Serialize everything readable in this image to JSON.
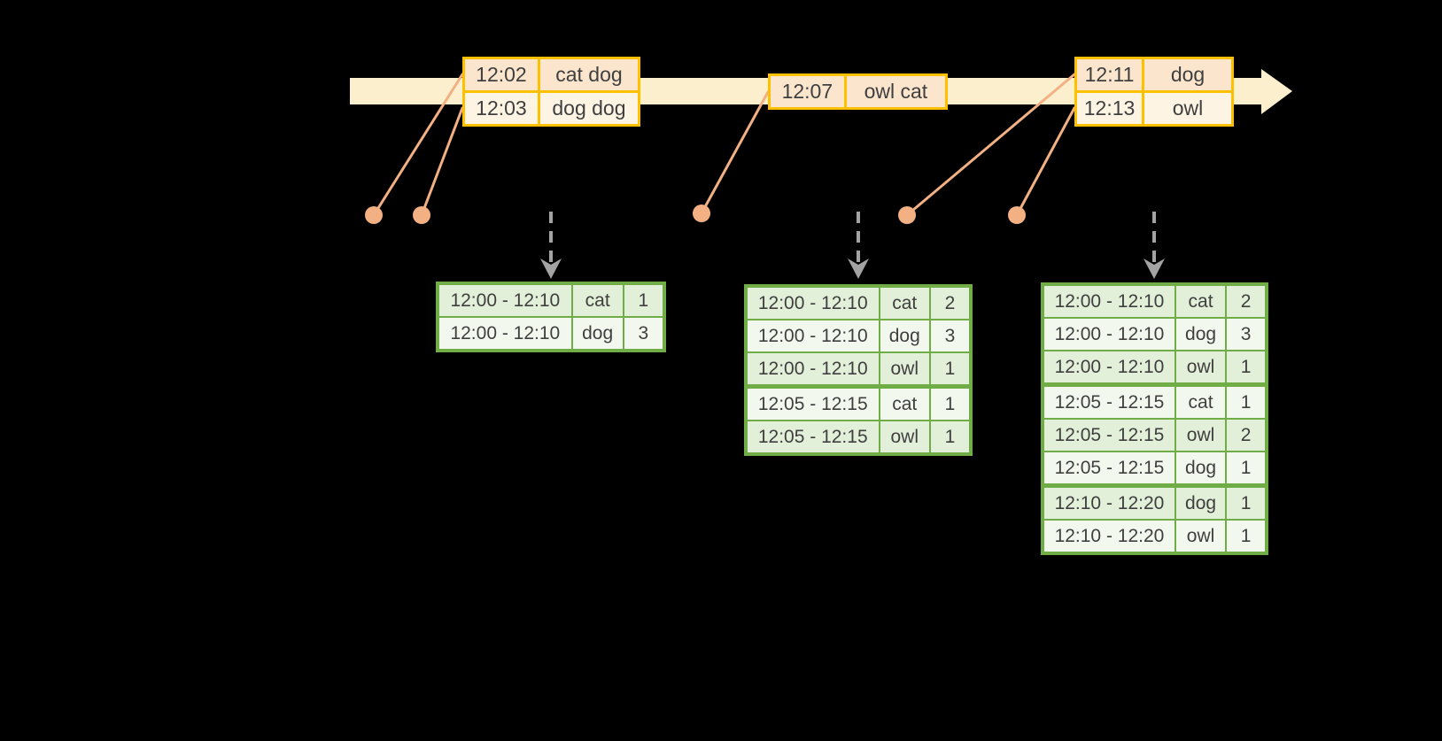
{
  "diagram": {
    "kind": "event-time windowed aggregation timeline",
    "background": "#000000"
  },
  "colors": {
    "timeline_band": "#FCEFCD",
    "event_border": "#FFC000",
    "event_row_peach": "#FBE5CD",
    "event_row_cream": "#FDF4E3",
    "connector_orange": "#F3B183",
    "trigger_arrow_gray": "#A3A3A3",
    "result_border": "#70AD47",
    "result_row_green": "#E2EFD9",
    "result_row_light": "#F3F8EF",
    "text": "#3F3F3F"
  },
  "event_tables": [
    {
      "rows": [
        {
          "time": "12:02",
          "words": "cat dog"
        },
        {
          "time": "12:03",
          "words": "dog dog"
        }
      ]
    },
    {
      "rows": [
        {
          "time": "12:07",
          "words": "owl cat"
        }
      ]
    },
    {
      "rows": [
        {
          "time": "12:11",
          "words": "dog"
        },
        {
          "time": "12:13",
          "words": "owl"
        }
      ]
    }
  ],
  "result_tables": [
    {
      "rows": [
        {
          "window": "12:00 - 12:10",
          "word": "cat",
          "count": "1"
        },
        {
          "window": "12:00 - 12:10",
          "word": "dog",
          "count": "3"
        }
      ]
    },
    {
      "rows": [
        {
          "window": "12:00 - 12:10",
          "word": "cat",
          "count": "2"
        },
        {
          "window": "12:00 - 12:10",
          "word": "dog",
          "count": "3"
        },
        {
          "window": "12:00 - 12:10",
          "word": "owl",
          "count": "1"
        },
        {
          "window": "12:05 - 12:15",
          "word": "cat",
          "count": "1"
        },
        {
          "window": "12:05 - 12:15",
          "word": "owl",
          "count": "1"
        }
      ]
    },
    {
      "rows": [
        {
          "window": "12:00 - 12:10",
          "word": "cat",
          "count": "2"
        },
        {
          "window": "12:00 - 12:10",
          "word": "dog",
          "count": "3"
        },
        {
          "window": "12:00 - 12:10",
          "word": "owl",
          "count": "1"
        },
        {
          "window": "12:05 - 12:15",
          "word": "cat",
          "count": "1"
        },
        {
          "window": "12:05 - 12:15",
          "word": "owl",
          "count": "2"
        },
        {
          "window": "12:05 - 12:15",
          "word": "dog",
          "count": "1"
        },
        {
          "window": "12:10 - 12:20",
          "word": "dog",
          "count": "1"
        },
        {
          "window": "12:10 - 12:20",
          "word": "owl",
          "count": "1"
        }
      ]
    }
  ]
}
